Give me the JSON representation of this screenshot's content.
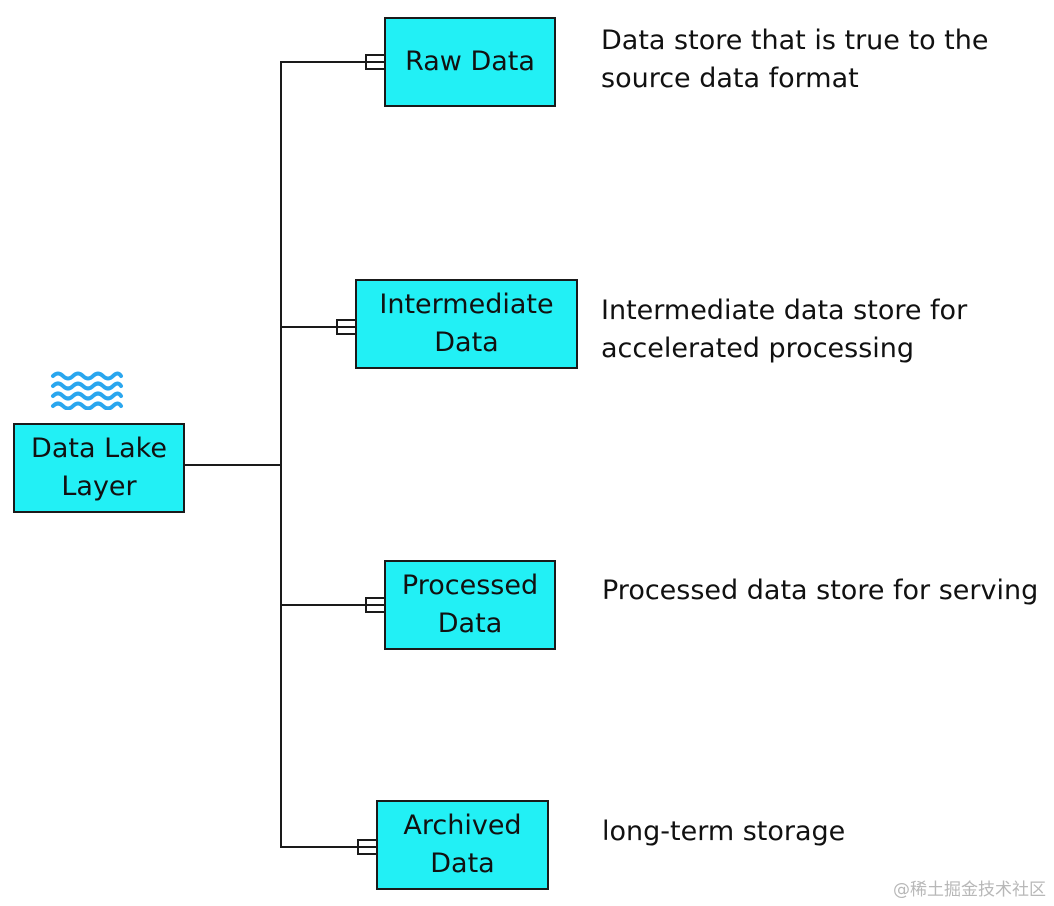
{
  "colors": {
    "box_fill": "#22f0f5",
    "line": "#1a1a1a",
    "wave_icon": "#2aa6ee"
  },
  "icon": "waves-icon",
  "root": {
    "label": "Data Lake\nLayer"
  },
  "layers": [
    {
      "label": "Raw Data",
      "description": "Data store that is true to the\nsource data format"
    },
    {
      "label": "Intermediate\nData",
      "description": "Intermediate data store for\naccelerated processing"
    },
    {
      "label": "Processed\nData",
      "description": "Processed data store for serving"
    },
    {
      "label": "Archived\nData",
      "description": "long-term storage"
    }
  ],
  "watermark": "@稀土掘金技术社区"
}
